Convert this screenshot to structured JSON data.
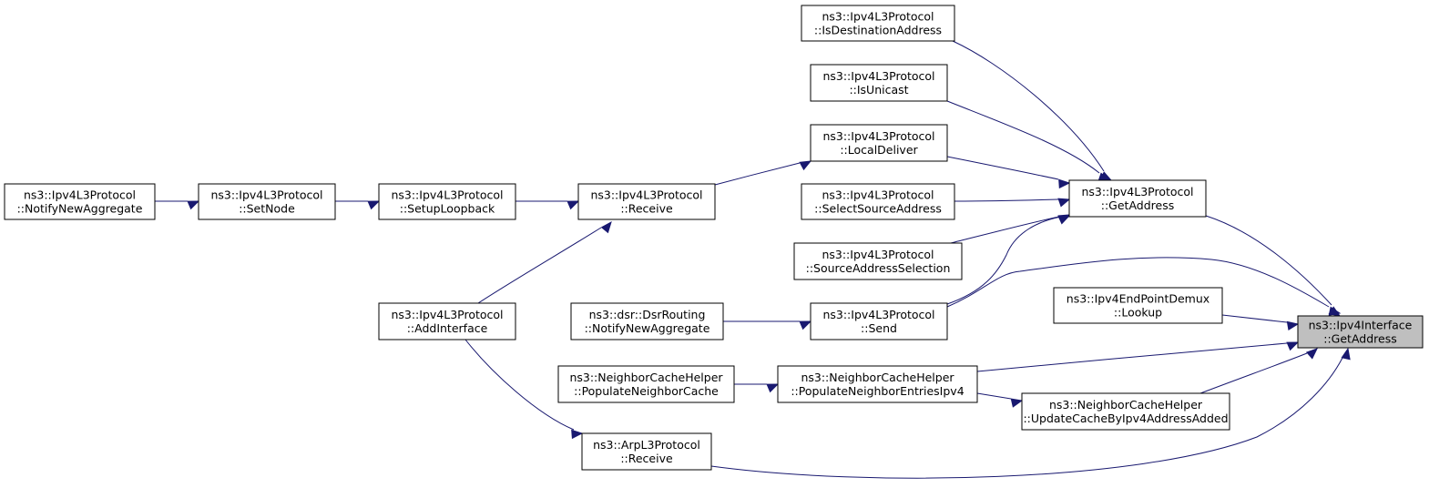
{
  "diagram": {
    "nodes": [
      {
        "id": "getaddress_iface",
        "line1": "ns3::Ipv4Interface",
        "line2": "::GetAddress",
        "focus": true
      },
      {
        "id": "l3_getaddress",
        "line1": "ns3::Ipv4L3Protocol",
        "line2": "::GetAddress"
      },
      {
        "id": "isdest",
        "line1": "ns3::Ipv4L3Protocol",
        "line2": "::IsDestinationAddress"
      },
      {
        "id": "isunicast",
        "line1": "ns3::Ipv4L3Protocol",
        "line2": "::IsUnicast"
      },
      {
        "id": "localdeliver",
        "line1": "ns3::Ipv4L3Protocol",
        "line2": "::LocalDeliver"
      },
      {
        "id": "selectsrc",
        "line1": "ns3::Ipv4L3Protocol",
        "line2": "::SelectSourceAddress"
      },
      {
        "id": "srcsel",
        "line1": "ns3::Ipv4L3Protocol",
        "line2": "::SourceAddressSelection"
      },
      {
        "id": "send",
        "line1": "ns3::Ipv4L3Protocol",
        "line2": "::Send"
      },
      {
        "id": "dsr",
        "line1": "ns3::dsr::DsrRouting",
        "line2": "::NotifyNewAggregate"
      },
      {
        "id": "receive",
        "line1": "ns3::Ipv4L3Protocol",
        "line2": "::Receive"
      },
      {
        "id": "setuploop",
        "line1": "ns3::Ipv4L3Protocol",
        "line2": "::SetupLoopback"
      },
      {
        "id": "setnode",
        "line1": "ns3::Ipv4L3Protocol",
        "line2": "::SetNode"
      },
      {
        "id": "notifyagg",
        "line1": "ns3::Ipv4L3Protocol",
        "line2": "::NotifyNewAggregate"
      },
      {
        "id": "addiface",
        "line1": "ns3::Ipv4L3Protocol",
        "line2": "::AddInterface"
      },
      {
        "id": "lookup",
        "line1": "ns3::Ipv4EndPointDemux",
        "line2": "::Lookup"
      },
      {
        "id": "popentries",
        "line1": "ns3::NeighborCacheHelper",
        "line2": "::PopulateNeighborEntriesIpv4"
      },
      {
        "id": "popcache",
        "line1": "ns3::NeighborCacheHelper",
        "line2": "::PopulateNeighborCache"
      },
      {
        "id": "updatecache",
        "line1": "ns3::NeighborCacheHelper",
        "line2": "::UpdateCacheByIpv4AddressAdded"
      },
      {
        "id": "arpreceive",
        "line1": "ns3::ArpL3Protocol",
        "line2": "::Receive"
      }
    ],
    "edges": [
      {
        "from": "l3_getaddress",
        "to": "getaddress_iface"
      },
      {
        "from": "isdest",
        "to": "l3_getaddress"
      },
      {
        "from": "isunicast",
        "to": "l3_getaddress"
      },
      {
        "from": "localdeliver",
        "to": "l3_getaddress"
      },
      {
        "from": "selectsrc",
        "to": "l3_getaddress"
      },
      {
        "from": "srcsel",
        "to": "l3_getaddress"
      },
      {
        "from": "send",
        "to": "l3_getaddress"
      },
      {
        "from": "send",
        "to": "getaddress_iface"
      },
      {
        "from": "lookup",
        "to": "getaddress_iface"
      },
      {
        "from": "popentries",
        "to": "getaddress_iface"
      },
      {
        "from": "updatecache",
        "to": "getaddress_iface"
      },
      {
        "from": "arpreceive",
        "to": "getaddress_iface"
      },
      {
        "from": "receive",
        "to": "localdeliver"
      },
      {
        "from": "setuploop",
        "to": "receive"
      },
      {
        "from": "setnode",
        "to": "setuploop"
      },
      {
        "from": "notifyagg",
        "to": "setnode"
      },
      {
        "from": "addiface",
        "to": "receive"
      },
      {
        "from": "addiface",
        "to": "arpreceive"
      },
      {
        "from": "dsr",
        "to": "send"
      },
      {
        "from": "popcache",
        "to": "popentries"
      },
      {
        "from": "popentries",
        "to": "updatecache"
      }
    ]
  }
}
